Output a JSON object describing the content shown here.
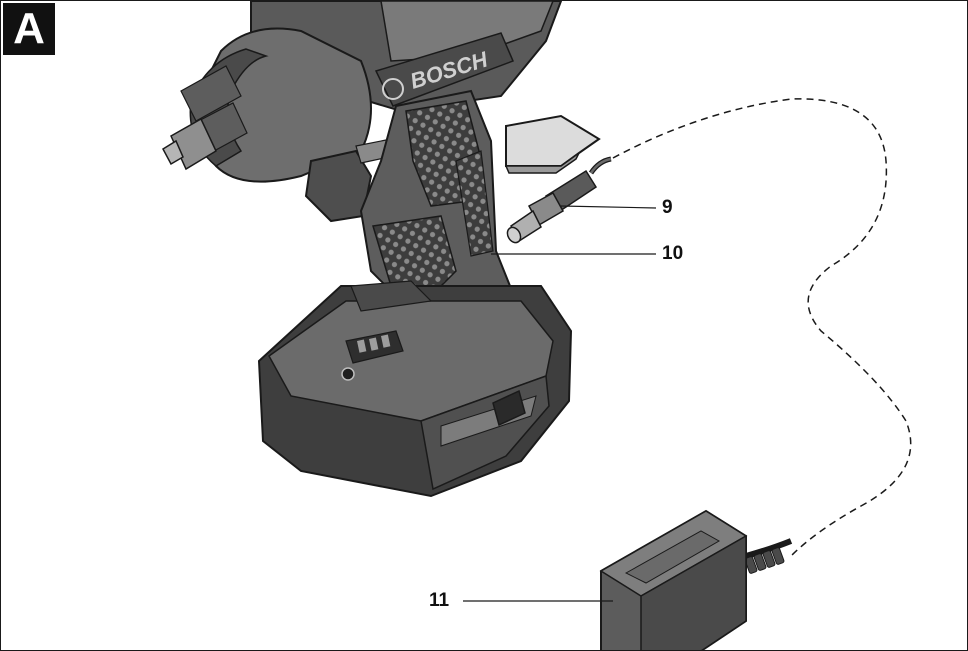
{
  "figure": {
    "panel_letter": "A",
    "brand_text": "BOSCH",
    "callouts": [
      {
        "id": "9",
        "label": "9"
      },
      {
        "id": "10",
        "label": "10"
      },
      {
        "id": "11",
        "label": "11"
      }
    ]
  },
  "colors": {
    "tool_dark": "#3a3a3a",
    "tool_mid": "#6b6b6b",
    "tool_light": "#9d9d9d",
    "highlight": "#c9c9c9",
    "outline": "#1a1a1a",
    "background": "#ffffff"
  },
  "icons": [
    "drill-illustration",
    "plug-connector",
    "power-adapter",
    "insert-arrow-icon",
    "dashed-cable"
  ]
}
